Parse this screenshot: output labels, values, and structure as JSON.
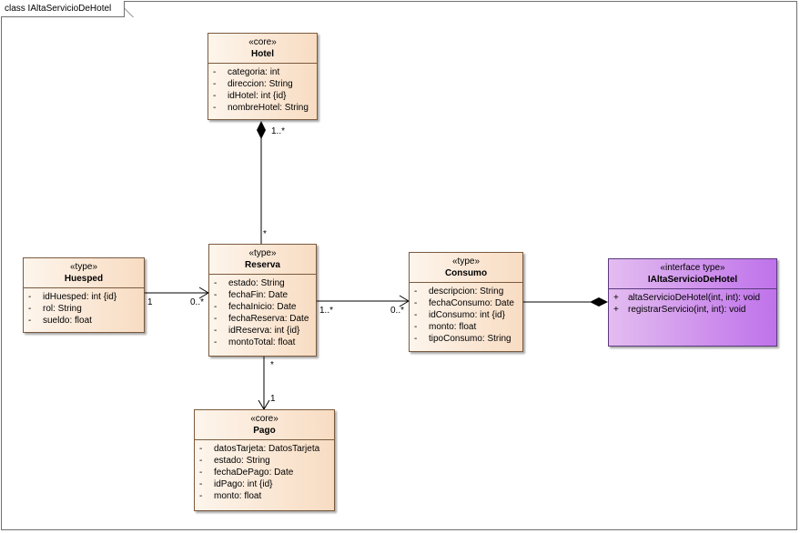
{
  "diagram": {
    "title": "class IAltaServicioDeHotel",
    "classes": {
      "hotel": {
        "stereotype": "«core»",
        "name": "Hotel",
        "attributes": [
          {
            "vis": "-",
            "text": "categoria: int"
          },
          {
            "vis": "-",
            "text": "direccion: String"
          },
          {
            "vis": "-",
            "text": "idHotel: int {id}"
          },
          {
            "vis": "-",
            "text": "nombreHotel: String"
          }
        ]
      },
      "huesped": {
        "stereotype": "«type»",
        "name": "Huesped",
        "attributes": [
          {
            "vis": "-",
            "text": "idHuesped: int {id}"
          },
          {
            "vis": "-",
            "text": "rol: String"
          },
          {
            "vis": "-",
            "text": "sueldo: float"
          }
        ]
      },
      "reserva": {
        "stereotype": "«type»",
        "name": "Reserva",
        "attributes": [
          {
            "vis": "-",
            "text": "estado: String"
          },
          {
            "vis": "-",
            "text": "fechaFin: Date"
          },
          {
            "vis": "-",
            "text": "fechaInicio: Date"
          },
          {
            "vis": "-",
            "text": "fechaReserva: Date"
          },
          {
            "vis": "-",
            "text": "idReserva: int {id}"
          },
          {
            "vis": "-",
            "text": "montoTotal: float"
          }
        ]
      },
      "consumo": {
        "stereotype": "«type»",
        "name": "Consumo",
        "attributes": [
          {
            "vis": "-",
            "text": "descripcion: String"
          },
          {
            "vis": "-",
            "text": "fechaConsumo: Date"
          },
          {
            "vis": "-",
            "text": "idConsumo: int {id}"
          },
          {
            "vis": "-",
            "text": "monto: float"
          },
          {
            "vis": "-",
            "text": "tipoConsumo: String"
          }
        ]
      },
      "pago": {
        "stereotype": "«core»",
        "name": "Pago",
        "attributes": [
          {
            "vis": "-",
            "text": "datosTarjeta: DatosTarjeta"
          },
          {
            "vis": "-",
            "text": "estado: String"
          },
          {
            "vis": "-",
            "text": "fechaDePago: Date"
          },
          {
            "vis": "-",
            "text": "idPago: int {id}"
          },
          {
            "vis": "-",
            "text": "monto: float"
          }
        ]
      },
      "iface": {
        "stereotype": "«interface type»",
        "name": "IAltaServicioDeHotel",
        "attributes": [
          {
            "vis": "+",
            "text": "altaServicioDeHotel(int, int): void"
          },
          {
            "vis": "+",
            "text": "registrarServicio(int, int): void"
          }
        ]
      }
    },
    "multiplicities": {
      "hotel_end": "1..*",
      "reserva_top": "*",
      "huesped_end": "1",
      "reserva_left": "0..*",
      "reserva_right": "1..*",
      "consumo_left": "0..*",
      "reserva_bottom": "*",
      "pago_top": "1"
    },
    "colors": {
      "class_fill_light": "#fdf5ec",
      "class_fill_dark": "#f8dcc2",
      "interface_fill_light": "#e3bcf0",
      "interface_fill_dark": "#bf72ea"
    }
  }
}
